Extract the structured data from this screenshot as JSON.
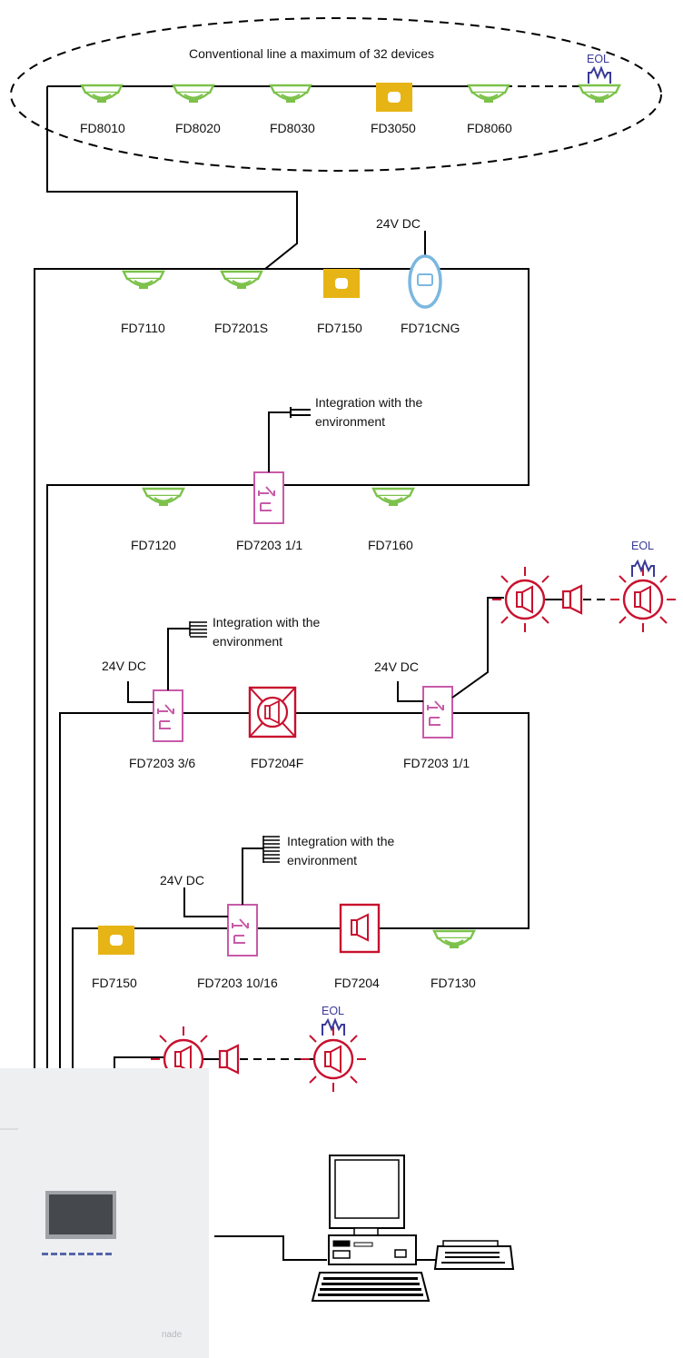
{
  "conventional_line": {
    "title": "Conventional line a maximum of 32 devices",
    "devices": [
      "FD8010",
      "FD8020",
      "FD8030",
      "FD3050",
      "FD8060"
    ],
    "eol_label": "EOL"
  },
  "loop1": {
    "devices": [
      "FD7110",
      "FD7201S",
      "FD7150",
      "FD71CNG"
    ],
    "power_label": "24V DC"
  },
  "loop2": {
    "devices": [
      "FD7120",
      "FD7203 1/1",
      "FD7160"
    ],
    "integration_label_line1": "Integration with the",
    "integration_label_line2": "environment"
  },
  "loop3": {
    "devices": [
      "FD7203 3/6",
      "FD7204F",
      "FD7203 1/1"
    ],
    "power_label_a": "24V DC",
    "power_label_b": "24V DC",
    "integration_label_line1": "Integration with the",
    "integration_label_line2": "environment",
    "eol_label": "EOL"
  },
  "loop4": {
    "devices": [
      "FD7150",
      "FD7203 10/16",
      "FD7204",
      "FD7130"
    ],
    "power_label": "24V DC",
    "integration_label_line1": "Integration with the",
    "integration_label_line2": "environment"
  },
  "sounder_line": {
    "eol_label": "EOL"
  },
  "panel": {
    "brand": "nade"
  },
  "colors": {
    "detector": "#7cc24a",
    "manual_call_point": "#e7b416",
    "gas_detector": "#7ab8e0",
    "module": "#c85aa8",
    "sounder": "#c8102e",
    "eol": "#3a3a9a"
  }
}
